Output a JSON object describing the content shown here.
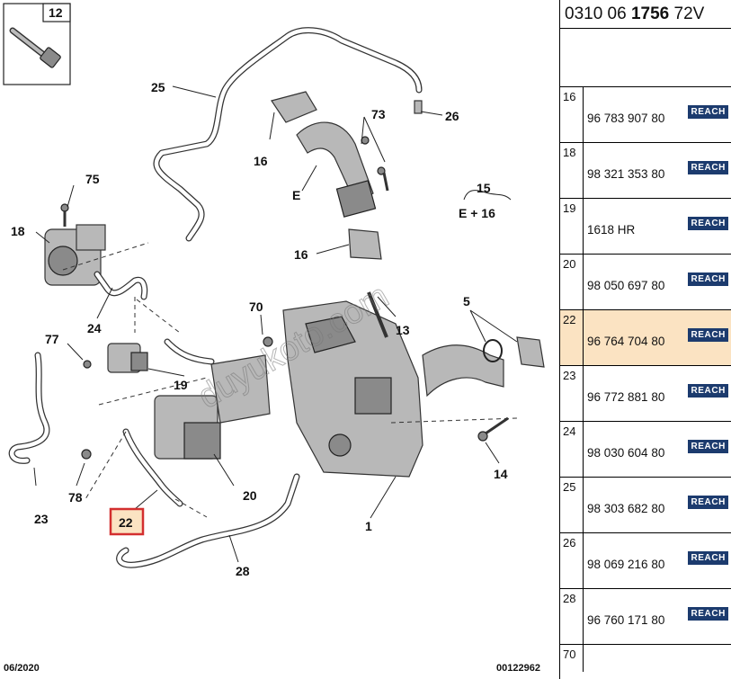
{
  "diagram": {
    "callouts": {
      "c12": "12",
      "c25": "25",
      "c26": "26",
      "c73": "73",
      "c16a": "16",
      "cE": "E",
      "c75": "75",
      "c15": "15",
      "cEplus16": "E + 16",
      "c18": "18",
      "c16b": "16",
      "c24": "24",
      "c70": "70",
      "c5": "5",
      "c13": "13",
      "c77": "77",
      "c19": "19",
      "c23": "23",
      "c78": "78",
      "c20": "20",
      "c14": "14",
      "c1": "1",
      "c22": "22",
      "c28": "28"
    },
    "highlighted_callout": "22",
    "watermark": "duyukoto.com",
    "footer_date": "06/2020",
    "footer_ref": "00122962"
  },
  "table": {
    "ref_prefix": "0310 06 ",
    "ref_bold": "1756",
    "ref_suffix": " 72V",
    "badge_label": "REACH",
    "selected_ref": "22",
    "rows": [
      {
        "ref": "16",
        "part": "96 783 907 80"
      },
      {
        "ref": "18",
        "part": "98 321 353 80"
      },
      {
        "ref": "19",
        "part": "1618 HR"
      },
      {
        "ref": "20",
        "part": "98 050 697 80"
      },
      {
        "ref": "22",
        "part": "96 764 704 80"
      },
      {
        "ref": "23",
        "part": "96 772 881 80"
      },
      {
        "ref": "24",
        "part": "98 030 604 80"
      },
      {
        "ref": "25",
        "part": "98 303 682 80"
      },
      {
        "ref": "26",
        "part": "98 069 216 80"
      },
      {
        "ref": "28",
        "part": "96 760 171 80"
      },
      {
        "ref": "70",
        "part": ""
      }
    ]
  },
  "colors": {
    "highlight_fill": "#fbe3c2",
    "highlight_border": "#d32f2f",
    "badge": "#1c3b6e"
  }
}
